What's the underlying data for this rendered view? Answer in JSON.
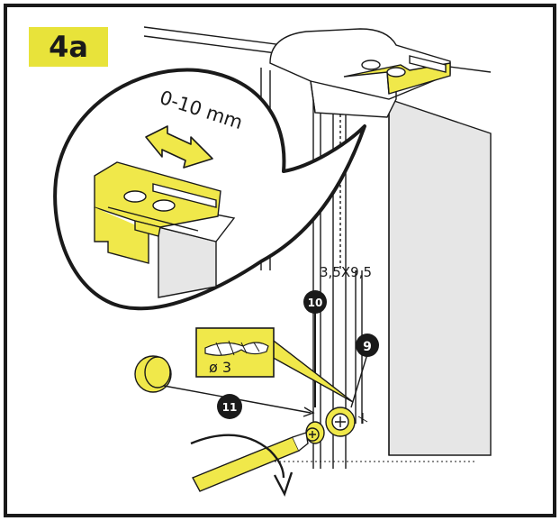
{
  "step_badge": {
    "label": "4a"
  },
  "callouts": {
    "adjust_range": "0-10 mm",
    "screw_size": "3,5X9,5",
    "drill_diameter": "ø 3"
  },
  "part_numbers": {
    "part_9": "9",
    "part_10": "10",
    "part_11": "11"
  },
  "colors": {
    "highlight": "#f0e84a",
    "line": "#1a1a1a",
    "panel": "#e6e6e6",
    "badge": "#e8e33a"
  }
}
